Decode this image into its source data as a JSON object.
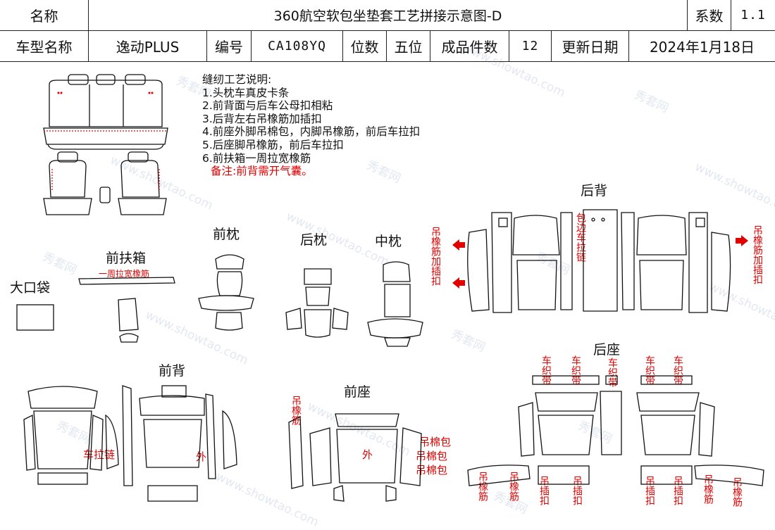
{
  "header": {
    "name_label": "名称",
    "title": "360航空软包坐垫套工艺拼接示意图-D",
    "series_label": "系数",
    "series_value": "1.1",
    "model_label": "车型名称",
    "model_value": "逸动PLUS",
    "code_label": "编号",
    "code_value": "CA108YQ",
    "seats_label": "位数",
    "seats_value": "五位",
    "pieces_label": "成品件数",
    "pieces_value": "12",
    "update_label": "更新日期",
    "update_value": "2024年1月18日"
  },
  "notes": {
    "title": "缝纫工艺说明:",
    "items": [
      "1.头枕车真皮卡条",
      "2.前背面与后车公母扣相粘",
      "3.后背左右吊橡筋加插扣",
      "4.前座外脚吊棉包，内脚吊橡筋，前后车拉扣",
      "5.后座脚吊橡筋，前后车拉扣",
      "6.前扶箱一周拉宽橡筋"
    ],
    "remark": "备注:前背需开气囊。"
  },
  "sections": {
    "front_pillow": "前枕",
    "rear_pillow": "后枕",
    "middle_pillow": "中枕",
    "front_armrest": "前扶箱",
    "armrest_note": "一周拉宽橡筋",
    "big_pocket": "大口袋",
    "rear_back": "后背",
    "rear_seat": "后座",
    "front_back": "前背",
    "front_seat": "前座"
  },
  "annotations": {
    "left_hang": "吊橡筋加插扣",
    "right_hang": "吊橡筋加插扣",
    "pack_edge_chain": "包边车拉链",
    "car_zip": "车拉链",
    "outer": "外",
    "hang_elastic": "吊橡筋",
    "cotton_pack": "吊棉包",
    "webbing": "车织带",
    "buckle": "吊插扣"
  },
  "watermark": [
    "秀套网",
    "www.showtao.com"
  ]
}
